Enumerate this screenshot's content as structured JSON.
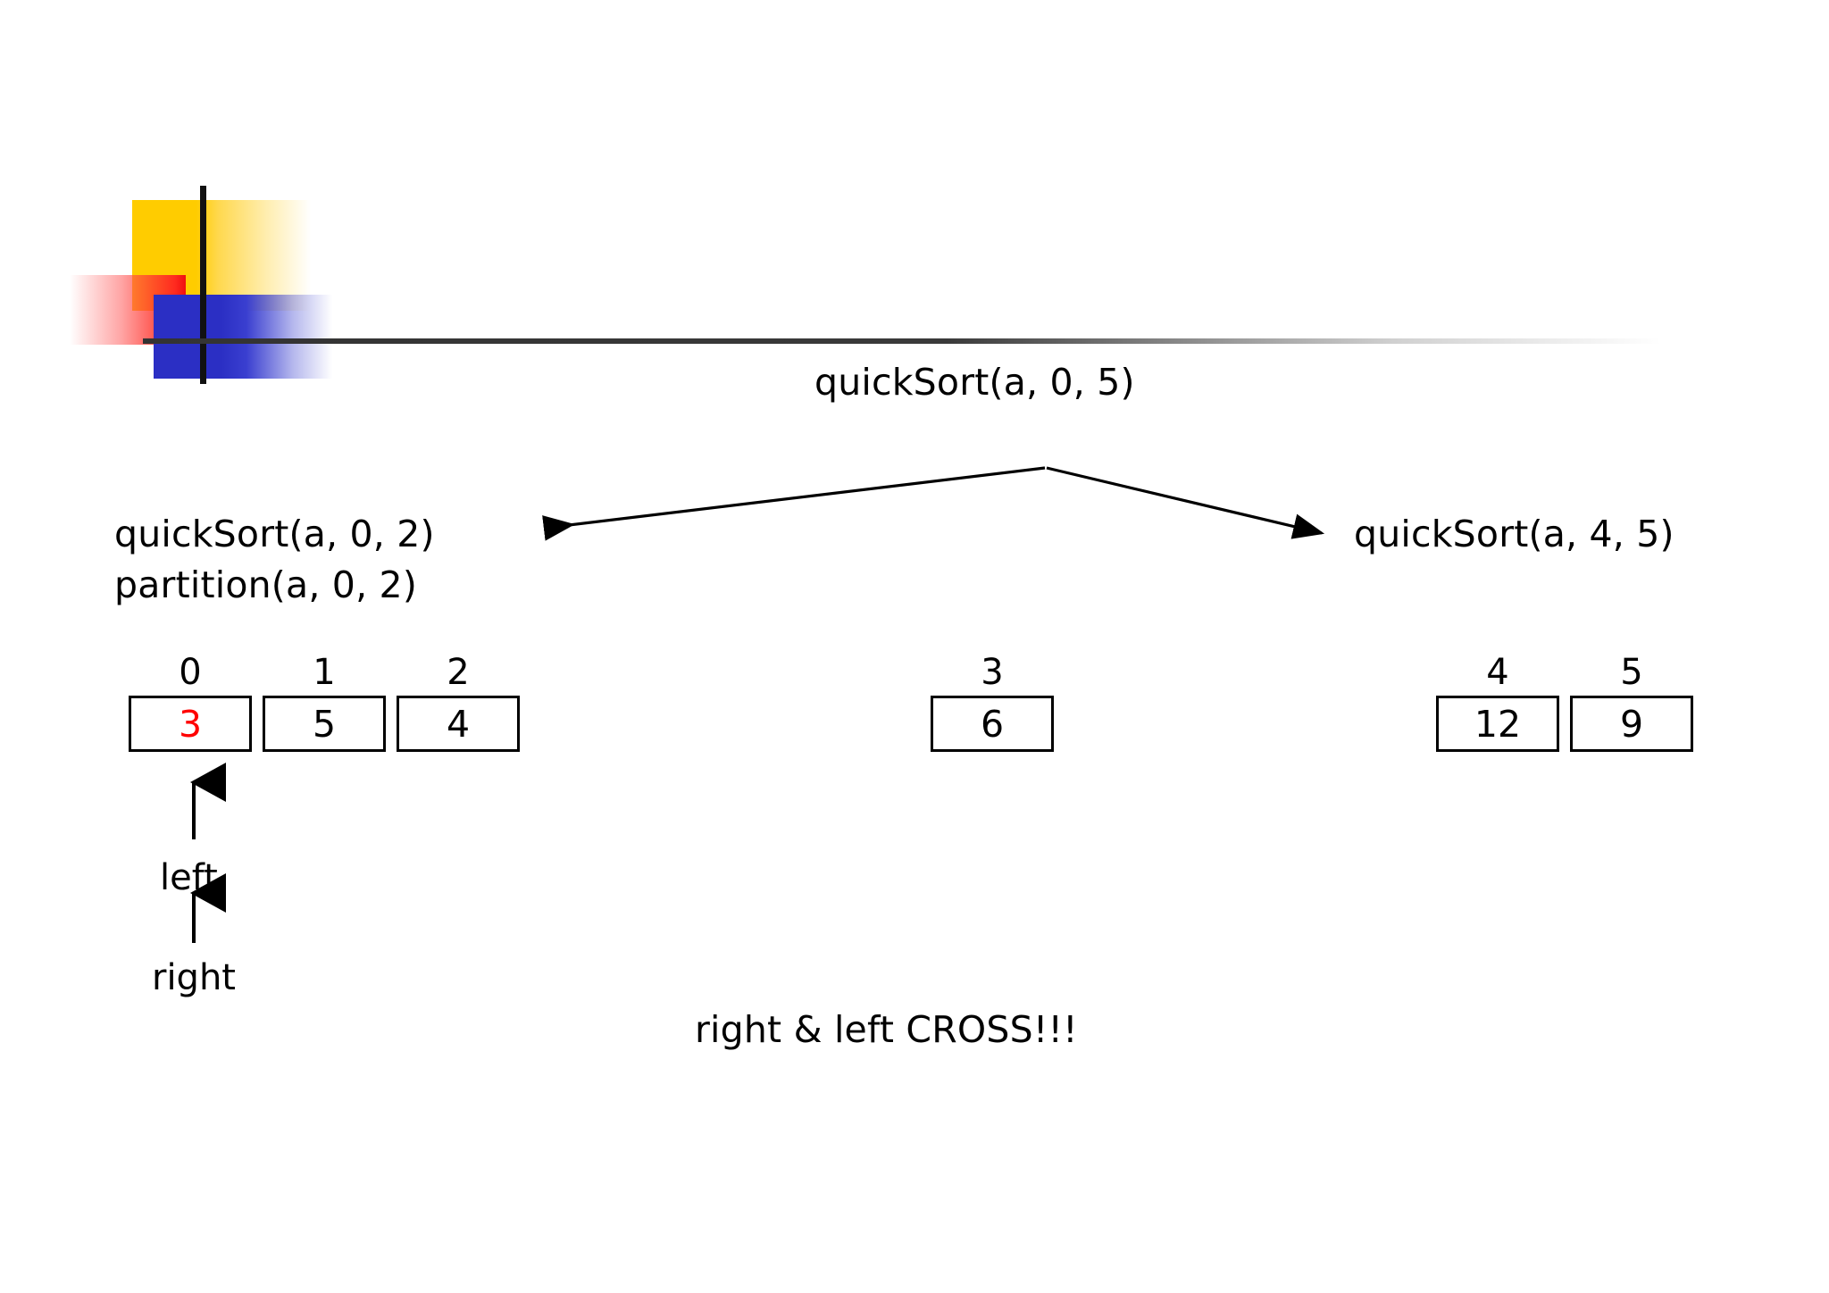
{
  "slide": {
    "logo": {
      "name": "powerpoint-design-mark",
      "colors": {
        "yellow": "#FFCC00",
        "red": "#FF2A1F",
        "blue": "#2B2FC4",
        "bar": "#111111"
      }
    },
    "root_call": "quickSort(a, 0, 5)",
    "left_call": "quickSort(a, 0, 2)\npartition(a, 0, 2)",
    "right_call": "quickSort(a, 4, 5)",
    "cross_note": "right & left CROSS!!!",
    "accent_color": "#FF0000",
    "arrows": {
      "left_branch": "arrow-to-left-subcall",
      "right_branch": "arrow-to-right-subcall",
      "left_pointer": "arrow-left-pointer",
      "right_pointer": "arrow-right-pointer"
    },
    "pointers": [
      {
        "label": "left"
      },
      {
        "label": "right"
      }
    ],
    "array_groups": [
      {
        "id": "left-partition",
        "cells": [
          {
            "index": "0",
            "value": "3",
            "highlight": true
          },
          {
            "index": "1",
            "value": "5",
            "highlight": false
          },
          {
            "index": "2",
            "value": "4",
            "highlight": false
          }
        ]
      },
      {
        "id": "pivot",
        "cells": [
          {
            "index": "3",
            "value": "6",
            "highlight": false
          }
        ]
      },
      {
        "id": "right-partition",
        "cells": [
          {
            "index": "4",
            "value": "12",
            "highlight": false
          },
          {
            "index": "5",
            "value": "9",
            "highlight": false
          }
        ]
      }
    ]
  }
}
